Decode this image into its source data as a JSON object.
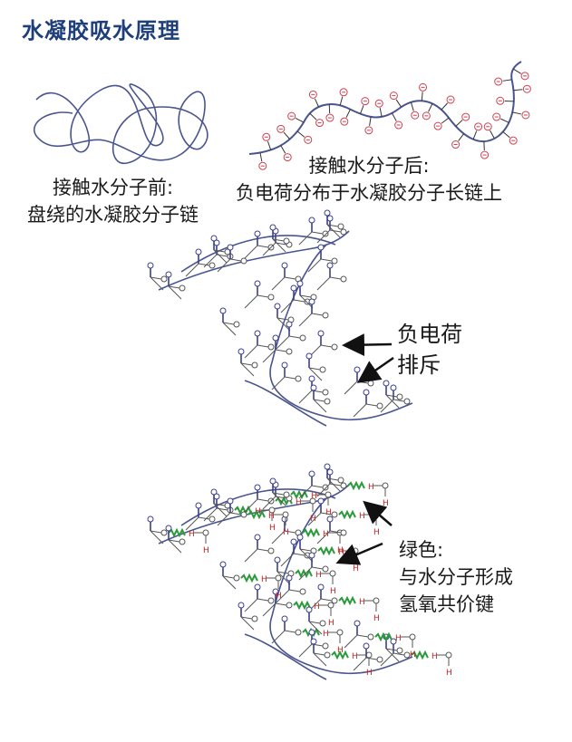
{
  "title": "水凝胶吸水原理",
  "labels": {
    "before": [
      "接触水分子前:",
      "盘绕的水凝胶分子链"
    ],
    "after": [
      "接触水分子后:",
      "负电荷分布于水凝胶分子长链上"
    ],
    "repel": [
      "负电荷",
      "排斥"
    ],
    "hbond": [
      "绿色:",
      "与水分子形成",
      "氢氧共价键"
    ]
  },
  "colors": {
    "title": "#1f3f7a",
    "chain": "#4a5590",
    "negative": "#d04050",
    "oxygen": "#3a3f8a",
    "hydrogen": "#d02020",
    "spring": "#2a9a3a"
  }
}
